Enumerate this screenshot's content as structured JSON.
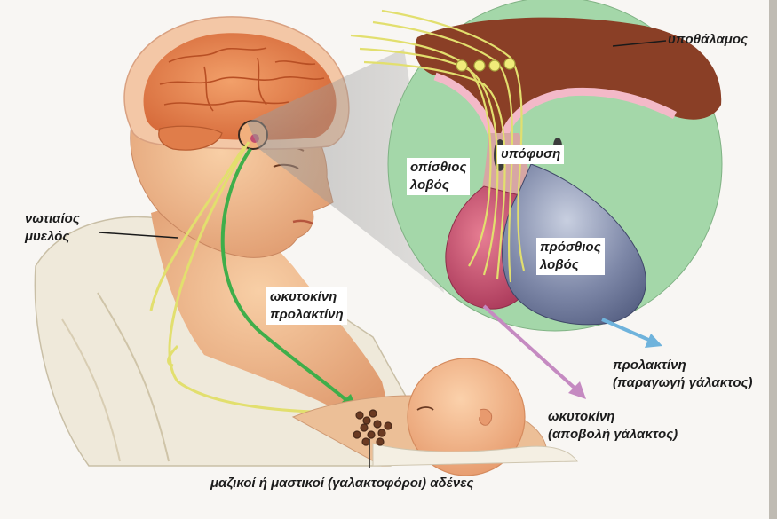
{
  "labels": {
    "hypothalamus": "υποθάλαμος",
    "pituitary": "υπόφυση",
    "posterior_lobe": [
      "οπίσθιος",
      "λοβός"
    ],
    "anterior_lobe": [
      "πρόσθιος",
      "λοβός"
    ],
    "spinal_cord": [
      "νωτιαίος",
      "μυελός"
    ],
    "hormones_pathway": [
      "ωκυτοκίνη",
      "προλακτίνη"
    ],
    "prolactin_effect": [
      "προλακτίνη",
      "(παραγωγή γάλακτος)"
    ],
    "oxytocin_effect": [
      "ωκυτοκίνη",
      "(αποβολή γάλακτος)"
    ],
    "mammary_glands": "μαζικοί ή μαστικοί (γαλακτοφόροι) αδένες"
  },
  "colors": {
    "inset_green": "#a4d7a9",
    "hypothalamus_brown": "#8a3f26",
    "posterior_lobe": "#c14d6f",
    "anterior_lobe": "#6d7896",
    "green_arrow": "#3fae4a",
    "pink_arrow": "#c58ac1",
    "blue_arrow": "#6fb3dc",
    "nerve_yellow": "#e2df6e",
    "skin": "#f0b88f"
  }
}
